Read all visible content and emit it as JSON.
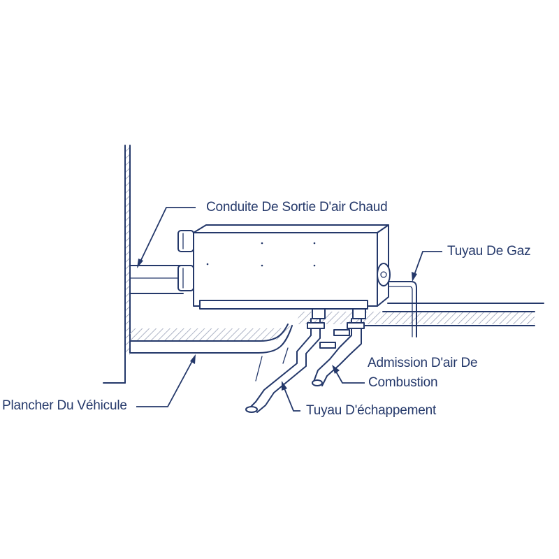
{
  "labels": {
    "hot_air_duct": "Conduite De Sortie D'air Chaud",
    "gas_pipe": "Tuyau De Gaz",
    "combustion_air_line1": "Admission D'air De",
    "combustion_air_line2": "Combustion",
    "exhaust_pipe": "Tuyau D'échappement",
    "vehicle_floor": "Plancher Du Véhicule"
  },
  "colors": {
    "ink": "#24386a",
    "hatch": "#9aa2b8",
    "background": "#ffffff"
  }
}
